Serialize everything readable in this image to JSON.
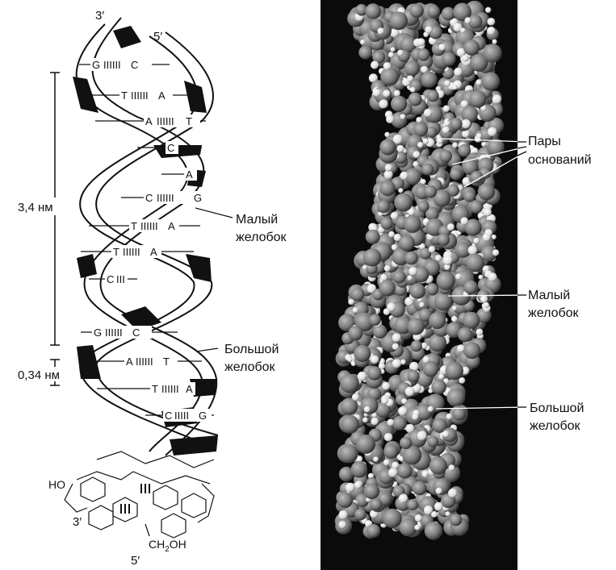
{
  "left_diagram": {
    "strand_end_top_left": "3′",
    "strand_end_top_right": "5′",
    "strand_end_bottom_left": "3′",
    "strand_end_bottom_right": "5′",
    "dim_turn": "3,4 нм",
    "dim_base_step": "0,34 нм",
    "minor_groove_label": [
      "Малый",
      "желобок"
    ],
    "major_groove_label": [
      "Большой",
      "желобок"
    ],
    "ho_label": "HO",
    "ch2oh_label": "CH",
    "ch2oh_sub": "2",
    "ch2oh_tail": "OH",
    "base_pairs": [
      {
        "left": "G",
        "right": "C"
      },
      {
        "left": "T",
        "right": "A"
      },
      {
        "left": "A",
        "right": "T"
      },
      {
        "left": "C",
        "right": ""
      },
      {
        "left": "",
        "right": "A"
      },
      {
        "left": "C",
        "right": "G"
      },
      {
        "left": "T",
        "right": "A"
      },
      {
        "left": "T",
        "right": "A"
      },
      {
        "left": "C",
        "right": ""
      },
      {
        "left": "G",
        "right": "C"
      },
      {
        "left": "A",
        "right": "T"
      },
      {
        "left": "T",
        "right": "A"
      },
      {
        "left": "C",
        "right": "G"
      }
    ]
  },
  "right_diagram": {
    "base_pairs_label": [
      "Пары",
      "оснований"
    ],
    "minor_groove_label": [
      "Малый",
      "желобок"
    ],
    "major_groove_label": [
      "Большой",
      "желобок"
    ]
  }
}
